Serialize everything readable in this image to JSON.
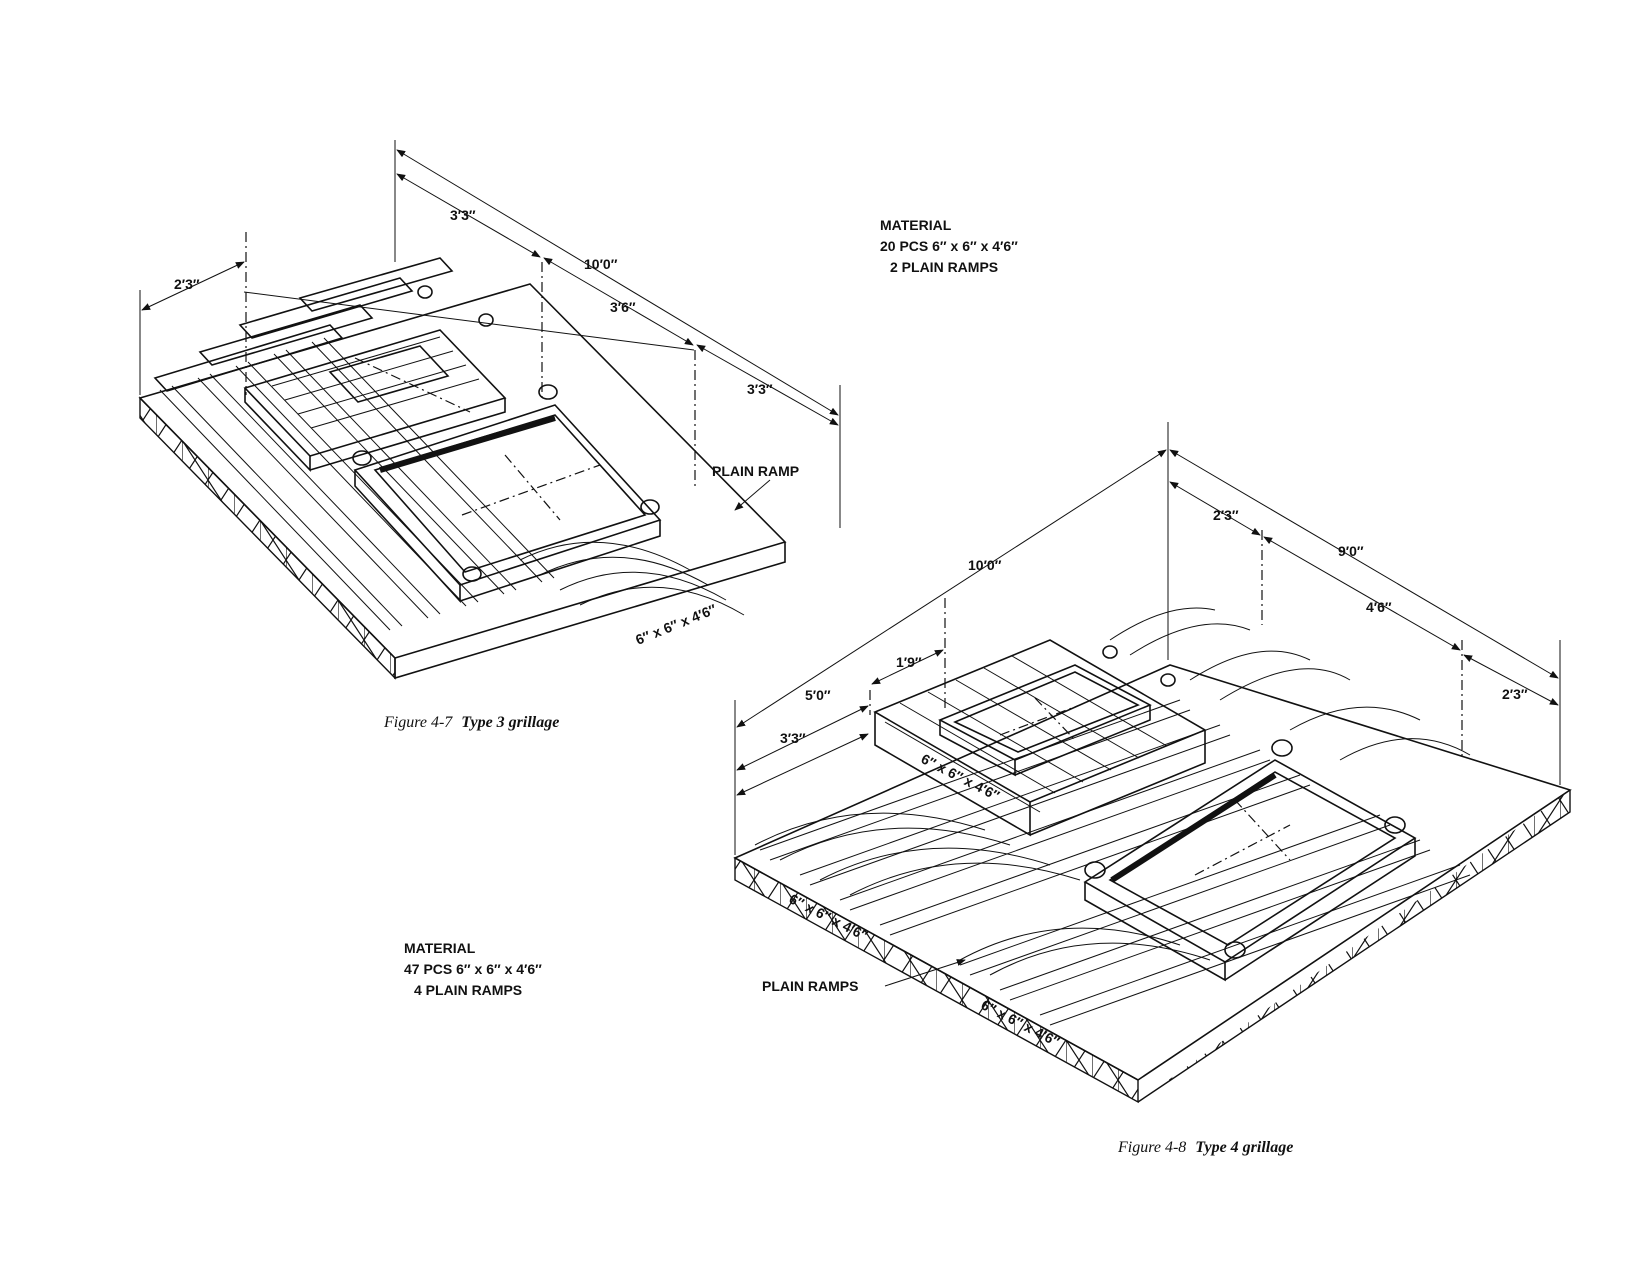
{
  "figure_7": {
    "caption_prefix": "Figure 4-7",
    "caption_title": "Type 3 grillage",
    "material_title": "MATERIAL",
    "material_line1": "20 PCS 6″ x 6″ x 4′6″",
    "material_line2": "2 PLAIN RAMPS",
    "dimensions": {
      "left_offset": "2′3″",
      "top_3_3": "3′3″",
      "overall": "10′0″",
      "mid": "3′6″",
      "right_3_3": "3′3″"
    },
    "ramp_label": "PLAIN RAMP",
    "timber_label": "6″ x 6″ x 4′6″"
  },
  "figure_8": {
    "caption_prefix": "Figure 4-8",
    "caption_title": "Type 4 grillage",
    "material_title": "MATERIAL",
    "material_line1": "47 PCS 6″ x 6″ x 4′6″",
    "material_line2": "4 PLAIN RAMPS",
    "dimensions": {
      "overall": "10′0″",
      "top_2_3": "2′3″",
      "nine": "9′0″",
      "four_six": "4′6″",
      "right_2_3": "2′3″",
      "one_nine": "1′9″",
      "five_zero": "5′0″",
      "three_three": "3′3″"
    },
    "ramp_label": "PLAIN RAMPS",
    "timber_label_upper": "6″ x 6″ x 4′6″",
    "timber_label_left": "6″ x 6″ x 4′6″",
    "timber_label_lower": "6″ x 6″ x 4′6″"
  }
}
